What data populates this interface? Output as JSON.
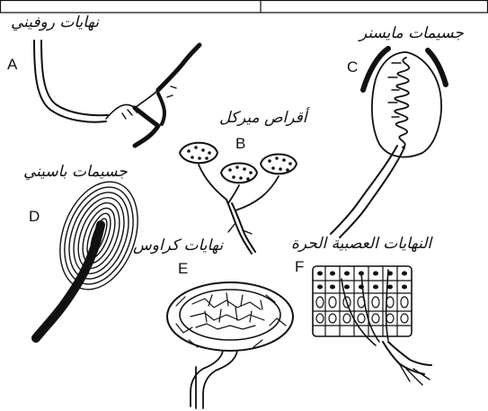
{
  "figure": {
    "panels": [
      {
        "letter": "A",
        "label": "نهايات روفيني"
      },
      {
        "letter": "B",
        "label": "أقراص ميركل"
      },
      {
        "letter": "C",
        "label": "جسيمات مايسنر"
      },
      {
        "letter": "D",
        "label": "جسيمات باسيني"
      },
      {
        "letter": "E",
        "label": "نهايات كراوس"
      },
      {
        "letter": "F",
        "label": "النهايات العصبية الحرة"
      }
    ]
  }
}
